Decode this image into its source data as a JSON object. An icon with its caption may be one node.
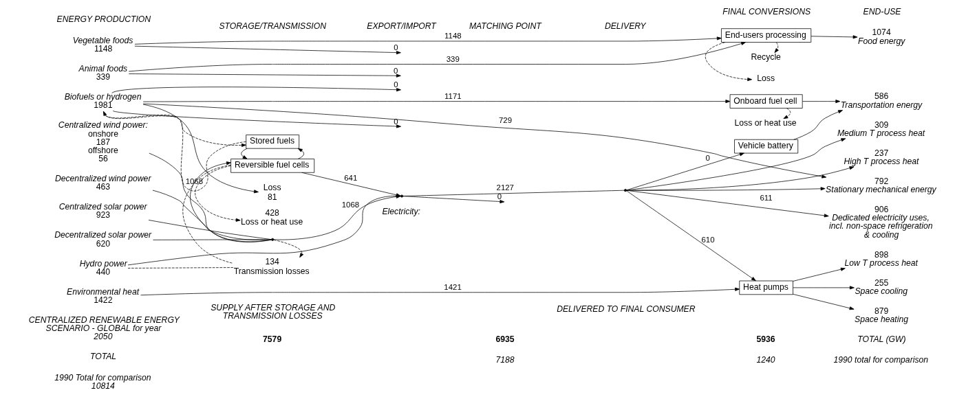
{
  "diagram": {
    "nodes": [
      {
        "text": [
          "Vegetable foods",
          "1148"
        ]
      },
      {
        "text": [
          "Animal foods",
          "339"
        ]
      },
      {
        "text": [
          "Biofuels or hydrogen",
          "1981"
        ]
      },
      {
        "text": [
          "Centralized wind power:",
          "onshore",
          "187",
          "offshore",
          "56"
        ]
      },
      {
        "text": [
          "Decentralized wind power",
          "463"
        ]
      },
      {
        "text": [
          "Centralized solar power",
          "923"
        ]
      },
      {
        "text": [
          "Decentralized solar power",
          "620"
        ]
      },
      {
        "text": [
          "Hydro power",
          "440"
        ]
      },
      {
        "text": [
          "Environmental heat",
          "1422"
        ]
      },
      {
        "text": [
          "Stored fuels"
        ]
      },
      {
        "text": [
          "Reversible fuel cells"
        ]
      },
      {
        "text": [
          "Loss",
          "81"
        ]
      },
      {
        "text": [
          "428",
          "Loss or heat use"
        ]
      },
      {
        "text": [
          "134",
          "Transmission losses"
        ]
      },
      {
        "text": [
          "End-users processing"
        ]
      },
      {
        "text": [
          "Onboard fuel cell"
        ]
      },
      {
        "text": [
          "Vehicle battery"
        ]
      },
      {
        "text": [
          "Heat pumps"
        ]
      },
      {
        "text": [
          "Recycle"
        ]
      },
      {
        "text": [
          "Loss"
        ]
      },
      {
        "text": [
          "Loss or heat use"
        ]
      },
      {
        "text": [
          "1074",
          "Food energy"
        ]
      },
      {
        "text": [
          "586",
          "Transportation energy"
        ]
      },
      {
        "text": [
          "309",
          "Medium T process heat"
        ]
      },
      {
        "text": [
          "237",
          "High T process heat"
        ]
      },
      {
        "text": [
          "792",
          "Stationary mechanical energy"
        ]
      },
      {
        "text": [
          "906",
          "Dedicated electricity uses, incl. non-space refrigeration & cooling"
        ]
      },
      {
        "text": [
          "898",
          "Low T process heat"
        ]
      },
      {
        "text": [
          "255",
          "Space cooling"
        ]
      },
      {
        "text": [
          "879",
          "Space heating"
        ]
      },
      {
        "text": [],
        "shape": "dot"
      },
      {
        "text": [],
        "shape": "dot"
      },
      {
        "text": [],
        "shape": "dot"
      }
    ],
    "edges": [
      {
        "from": 0,
        "to": 14,
        "arrow": "to",
        "label": "1148"
      },
      {
        "from": 0,
        "to": null,
        "arrow": "to",
        "label": "0"
      },
      {
        "from": 1,
        "to": 14,
        "arrow": "to",
        "label": "339"
      },
      {
        "from": 1,
        "to": null,
        "arrow": "to",
        "label": "0"
      },
      {
        "from": 2,
        "to": 9,
        "arrow": "to",
        "style": "dashed"
      },
      {
        "from": 9,
        "to": 2,
        "arrow": "to",
        "style": "dashed"
      },
      {
        "from": 2,
        "to": 15,
        "arrow": "to",
        "label": "1171"
      },
      {
        "from": 2,
        "to": null,
        "arrow": "to",
        "label": "0"
      },
      {
        "from": 2,
        "to": 11,
        "arrow": "to"
      },
      {
        "from": 2,
        "to": 25,
        "arrow": "to",
        "label": "729"
      },
      {
        "from": 2,
        "to": null,
        "arrow": "to",
        "label": "0"
      },
      {
        "from": 10,
        "to": 9,
        "arrow": "to"
      },
      {
        "from": 9,
        "to": 10,
        "arrow": "to"
      },
      {
        "from": 3,
        "to": 30,
        "arrow": "none"
      },
      {
        "from": 4,
        "to": 30,
        "arrow": "none"
      },
      {
        "from": 5,
        "to": 30,
        "arrow": "none"
      },
      {
        "from": 6,
        "to": 30,
        "arrow": "none"
      },
      {
        "from": 30,
        "to": 10,
        "arrow": "to",
        "label": "1068"
      },
      {
        "from": 30,
        "to": 31,
        "arrow": "to",
        "label": "1068"
      },
      {
        "from": 30,
        "to": 13,
        "arrow": "to",
        "style": "dashed"
      },
      {
        "from": 10,
        "to": 12,
        "arrow": "to",
        "style": "dashed"
      },
      {
        "from": 10,
        "to": 31,
        "arrow": "to",
        "label": "641"
      },
      {
        "from": 10,
        "to": 13,
        "arrow": "none",
        "style": "dashed"
      },
      {
        "from": 7,
        "to": 13,
        "arrow": "none",
        "style": "dashed"
      },
      {
        "from": 7,
        "to": 31,
        "arrow": "none"
      },
      {
        "from": 31,
        "to": null,
        "arrow": "to",
        "label": "0"
      },
      {
        "from": 31,
        "to": 32,
        "arrow": "none",
        "label": "2127"
      },
      {
        "from": 32,
        "to": 17,
        "arrow": "to",
        "label": "610"
      },
      {
        "from": 32,
        "to": 16,
        "arrow": "to",
        "label": "0"
      },
      {
        "from": 32,
        "to": 23,
        "arrow": "to"
      },
      {
        "from": 32,
        "to": 24,
        "arrow": "to"
      },
      {
        "from": 32,
        "to": 25,
        "arrow": "to"
      },
      {
        "from": 32,
        "to": 26,
        "arrow": "to",
        "label": "611"
      },
      {
        "from": 8,
        "to": 17,
        "arrow": "to",
        "label": "1421"
      },
      {
        "from": 14,
        "to": 21,
        "arrow": "to"
      },
      {
        "from": 14,
        "to": 18,
        "arrow": "to",
        "style": "dashed"
      },
      {
        "from": 14,
        "to": 19,
        "arrow": "to",
        "style": "dashed"
      },
      {
        "from": 15,
        "to": 22,
        "arrow": "to"
      },
      {
        "from": 16,
        "to": 22,
        "arrow": "to"
      },
      {
        "from": 15,
        "to": 20,
        "arrow": "to",
        "style": "dashed"
      },
      {
        "from": 17,
        "to": 27,
        "arrow": "to"
      },
      {
        "from": 17,
        "to": 28,
        "arrow": "to"
      },
      {
        "from": 17,
        "to": 29,
        "arrow": "to"
      }
    ],
    "labels": [
      "ENERGY PRODUCTION",
      "STORAGE/TRANSMISSION",
      "EXPORT/IMPORT",
      "MATCHING POINT",
      "DELIVERY",
      "FINAL CONVERSIONS",
      "END-USE",
      "Electricity:",
      "CENTRALIZED RENEWABLE ENERGY SCENARIO - GLOBAL for year 2050",
      "SUPPLY AFTER STORAGE AND TRANSMISSION LOSSES",
      "DELIVERED TO FINAL CONSUMER",
      "TOTAL",
      "7579",
      "6935",
      "5936",
      "TOTAL (GW)",
      "1990 Total for comparison 10814",
      "7188",
      "1240",
      "1990 total for comparison"
    ]
  }
}
